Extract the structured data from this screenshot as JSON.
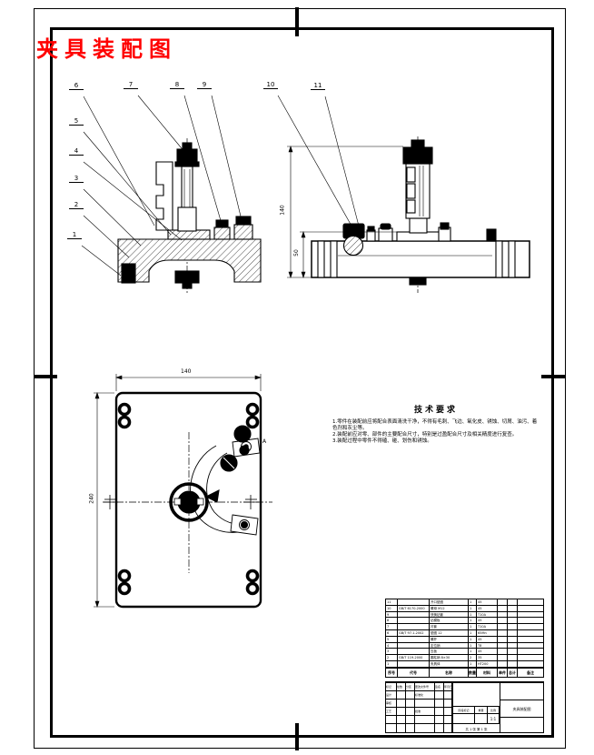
{
  "page": {
    "title": "夹具装配图",
    "title_color": "#ff0000"
  },
  "balloons": [
    "1",
    "2",
    "3",
    "4",
    "5",
    "6",
    "7",
    "8",
    "9",
    "10",
    "11"
  ],
  "dims": {
    "side_height": "140",
    "side_base": "50",
    "plan_width": "140",
    "plan_height": "240",
    "view_label": "A"
  },
  "tech": {
    "heading": "技术要求",
    "items": [
      "1.零件在装配前应将配合表面清洗干净，不得有毛刺、飞边、氧化皮、锈蚀、切屑、油污、着色剂和灰尘等。",
      "2.装配前应对零、部件的主要配合尺寸，特别是过盈配合尺寸及相关精度进行复查。",
      "3.装配过程中零件不得磕、碰、划伤和锈蚀。"
    ]
  },
  "bom": {
    "headers": [
      "序号",
      "代号",
      "名称",
      "数量",
      "材料",
      "单件",
      "总计",
      "备注"
    ],
    "rows": [
      [
        "11",
        "",
        "开口垫圈",
        "1",
        "45",
        "",
        "",
        ""
      ],
      [
        "10",
        "GB/T 6170-2000",
        "螺母 M12",
        "1",
        "45",
        "",
        "",
        ""
      ],
      [
        "9",
        "",
        "快换钻套",
        "1",
        "T10A",
        "",
        "",
        ""
      ],
      [
        "8",
        "",
        "钻模板",
        "1",
        "45",
        "",
        "",
        ""
      ],
      [
        "7",
        "",
        "衬套",
        "1",
        "T10A",
        "",
        "",
        ""
      ],
      [
        "6",
        "GB/T 97.1-2002",
        "垫圈 12",
        "1",
        "65Mn",
        "",
        "",
        ""
      ],
      [
        "5",
        "",
        "螺杆",
        "1",
        "45",
        "",
        "",
        ""
      ],
      [
        "4",
        "",
        "定位销",
        "1",
        "T8",
        "",
        "",
        ""
      ],
      [
        "3",
        "",
        "压板",
        "1",
        "45",
        "",
        "",
        ""
      ],
      [
        "2",
        "GB/T 119-2000",
        "圆柱销 8×30",
        "2",
        "35",
        "",
        "",
        ""
      ],
      [
        "1",
        "",
        "夹具体",
        "1",
        "HT200",
        "",
        "",
        ""
      ]
    ]
  },
  "titleblock": {
    "left_rows": [
      [
        "标记",
        "处数",
        "分区",
        "更改文件号",
        "签名",
        "年月日"
      ],
      [
        "设计",
        "",
        "",
        "标准化",
        "",
        ""
      ],
      [
        "审核",
        "",
        "",
        "",
        "",
        ""
      ],
      [
        "工艺",
        "",
        "",
        "批准",
        "",
        ""
      ],
      [
        "",
        "",
        "",
        "",
        "",
        ""
      ],
      [
        "",
        "",
        "",
        "",
        "",
        ""
      ]
    ],
    "middle": {
      "stage_label": "阶段标记",
      "weight_label": "重量",
      "scale_label": "比例",
      "stage_value": "",
      "weight_value": "",
      "scale_value": "1:1",
      "sheets": "共 1 张 第 1 张"
    },
    "right": {
      "top": "",
      "middle": "夹具装配图",
      "bottom": ""
    }
  }
}
